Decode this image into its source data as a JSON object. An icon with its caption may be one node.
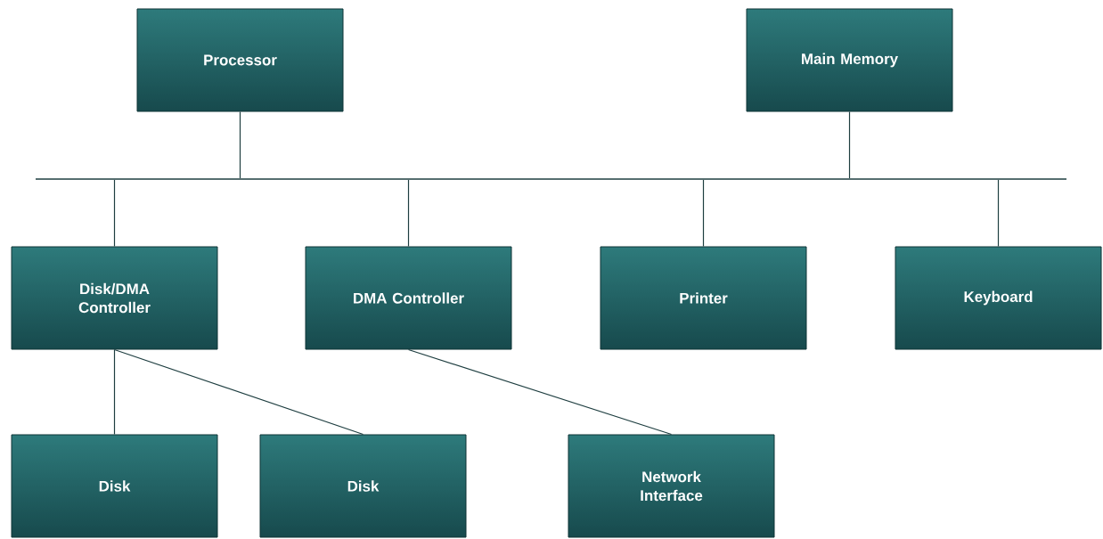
{
  "diagram": {
    "nodes": [
      {
        "text": [
          "Processor"
        ]
      },
      {
        "text": [
          "Main Memory"
        ]
      },
      {
        "text": [],
        "shape": "bar"
      },
      {
        "text": [
          "Disk/DMA Controller"
        ]
      },
      {
        "text": [
          "DMA Controller"
        ]
      },
      {
        "text": [
          "Printer"
        ]
      },
      {
        "text": [
          "Keyboard"
        ]
      },
      {
        "text": [
          "Disk"
        ]
      },
      {
        "text": [
          "Disk"
        ]
      },
      {
        "text": [
          "Network Interface"
        ]
      }
    ],
    "edges": [
      {
        "from": 0,
        "to": 2,
        "arrow": "none"
      },
      {
        "from": 1,
        "to": 2,
        "arrow": "none"
      },
      {
        "from": 2,
        "to": 3,
        "arrow": "none"
      },
      {
        "from": 2,
        "to": 4,
        "arrow": "none"
      },
      {
        "from": 2,
        "to": 5,
        "arrow": "none"
      },
      {
        "from": 2,
        "to": 6,
        "arrow": "none"
      },
      {
        "from": 3,
        "to": 7,
        "arrow": "none"
      },
      {
        "from": 3,
        "to": 8,
        "arrow": "none"
      },
      {
        "from": 4,
        "to": 9,
        "arrow": "none"
      }
    ]
  }
}
